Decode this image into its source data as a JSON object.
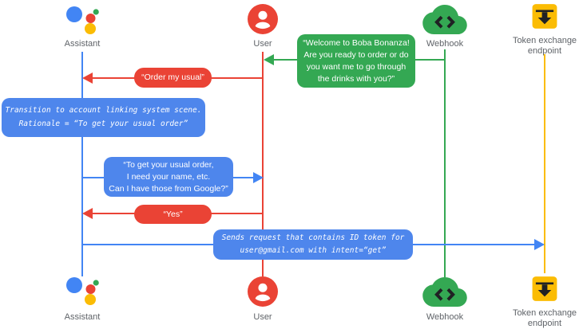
{
  "colors": {
    "assistant_blue": "#4285F4",
    "user_red": "#EA4335",
    "webhook_green": "#34A853",
    "token_yellow": "#FBBC04",
    "bubble_blue": "#4E86EC",
    "label_gray": "#5F6368"
  },
  "actors": {
    "assistant": {
      "label": "Assistant"
    },
    "user": {
      "label": "User"
    },
    "webhook": {
      "label": "Webhook"
    },
    "token_endpoint": {
      "label": "Token exchange\nendpoint"
    }
  },
  "messages": {
    "welcome": {
      "from": "webhook",
      "to": "user",
      "text": "“Welcome to Boba Bonanza!\nAre you ready to order or do\nyou want me to go through\nthe drinks with you?”"
    },
    "order_usual": {
      "from": "user",
      "to": "assistant",
      "text": "“Order my usual”"
    },
    "transition_note": {
      "attached_to": "assistant",
      "text": "Transition to account linking system scene.\nRationale = “To get your usual order”"
    },
    "need_info": {
      "from": "assistant",
      "to": "user",
      "text": "“To get your usual order,\nI need your name, etc.\nCan I have those from Google?”"
    },
    "yes": {
      "from": "user",
      "to": "assistant",
      "text": "“Yes”"
    },
    "token_request": {
      "from": "assistant",
      "to": "token_endpoint",
      "text": "Sends request that contains ID token for\nuser@gmail.com with intent=“get”"
    }
  }
}
